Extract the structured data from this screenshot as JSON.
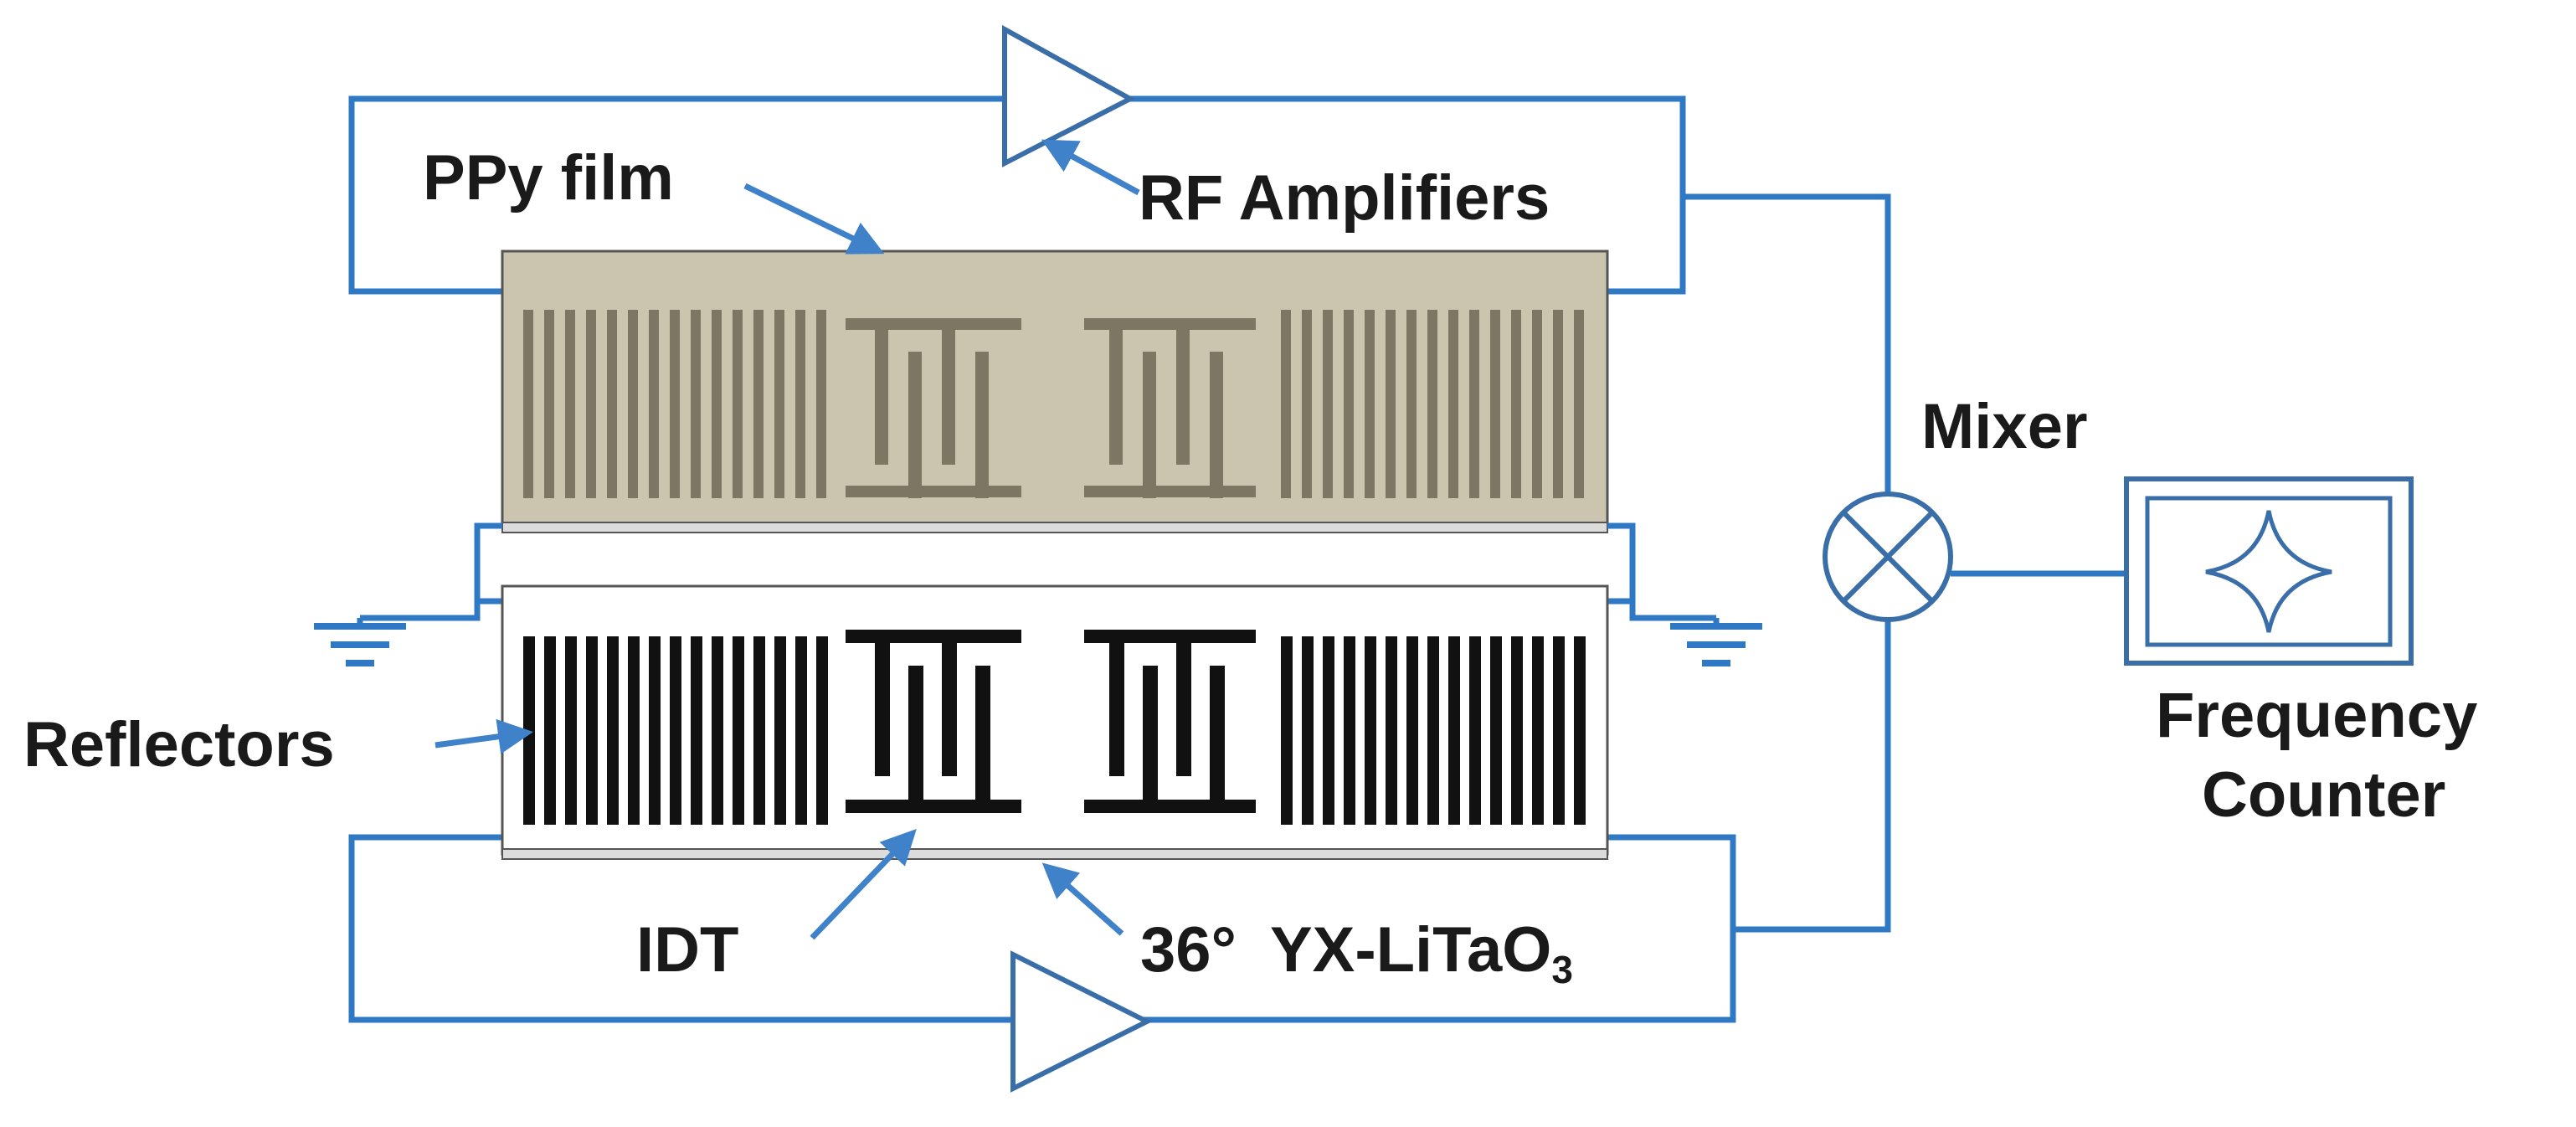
{
  "labels": {
    "ppy_film": "PPy film",
    "rf_amplifiers": "RF Amplifiers",
    "mixer": "Mixer",
    "frequency": "Frequency",
    "counter": "Counter",
    "reflectors": "Reflectors",
    "idt": "IDT",
    "substrate_angle": "36°",
    "substrate_prefix": "YX-LiTaO",
    "substrate_subscript": "3"
  },
  "colors": {
    "wire": "#2f78c4",
    "ppy_fill": "#cbc4ae",
    "ppy_electrode": "#7d7663",
    "bare_electrode": "#111111",
    "amplifier": "#3a6ea8",
    "ground": "#2f78c4"
  }
}
